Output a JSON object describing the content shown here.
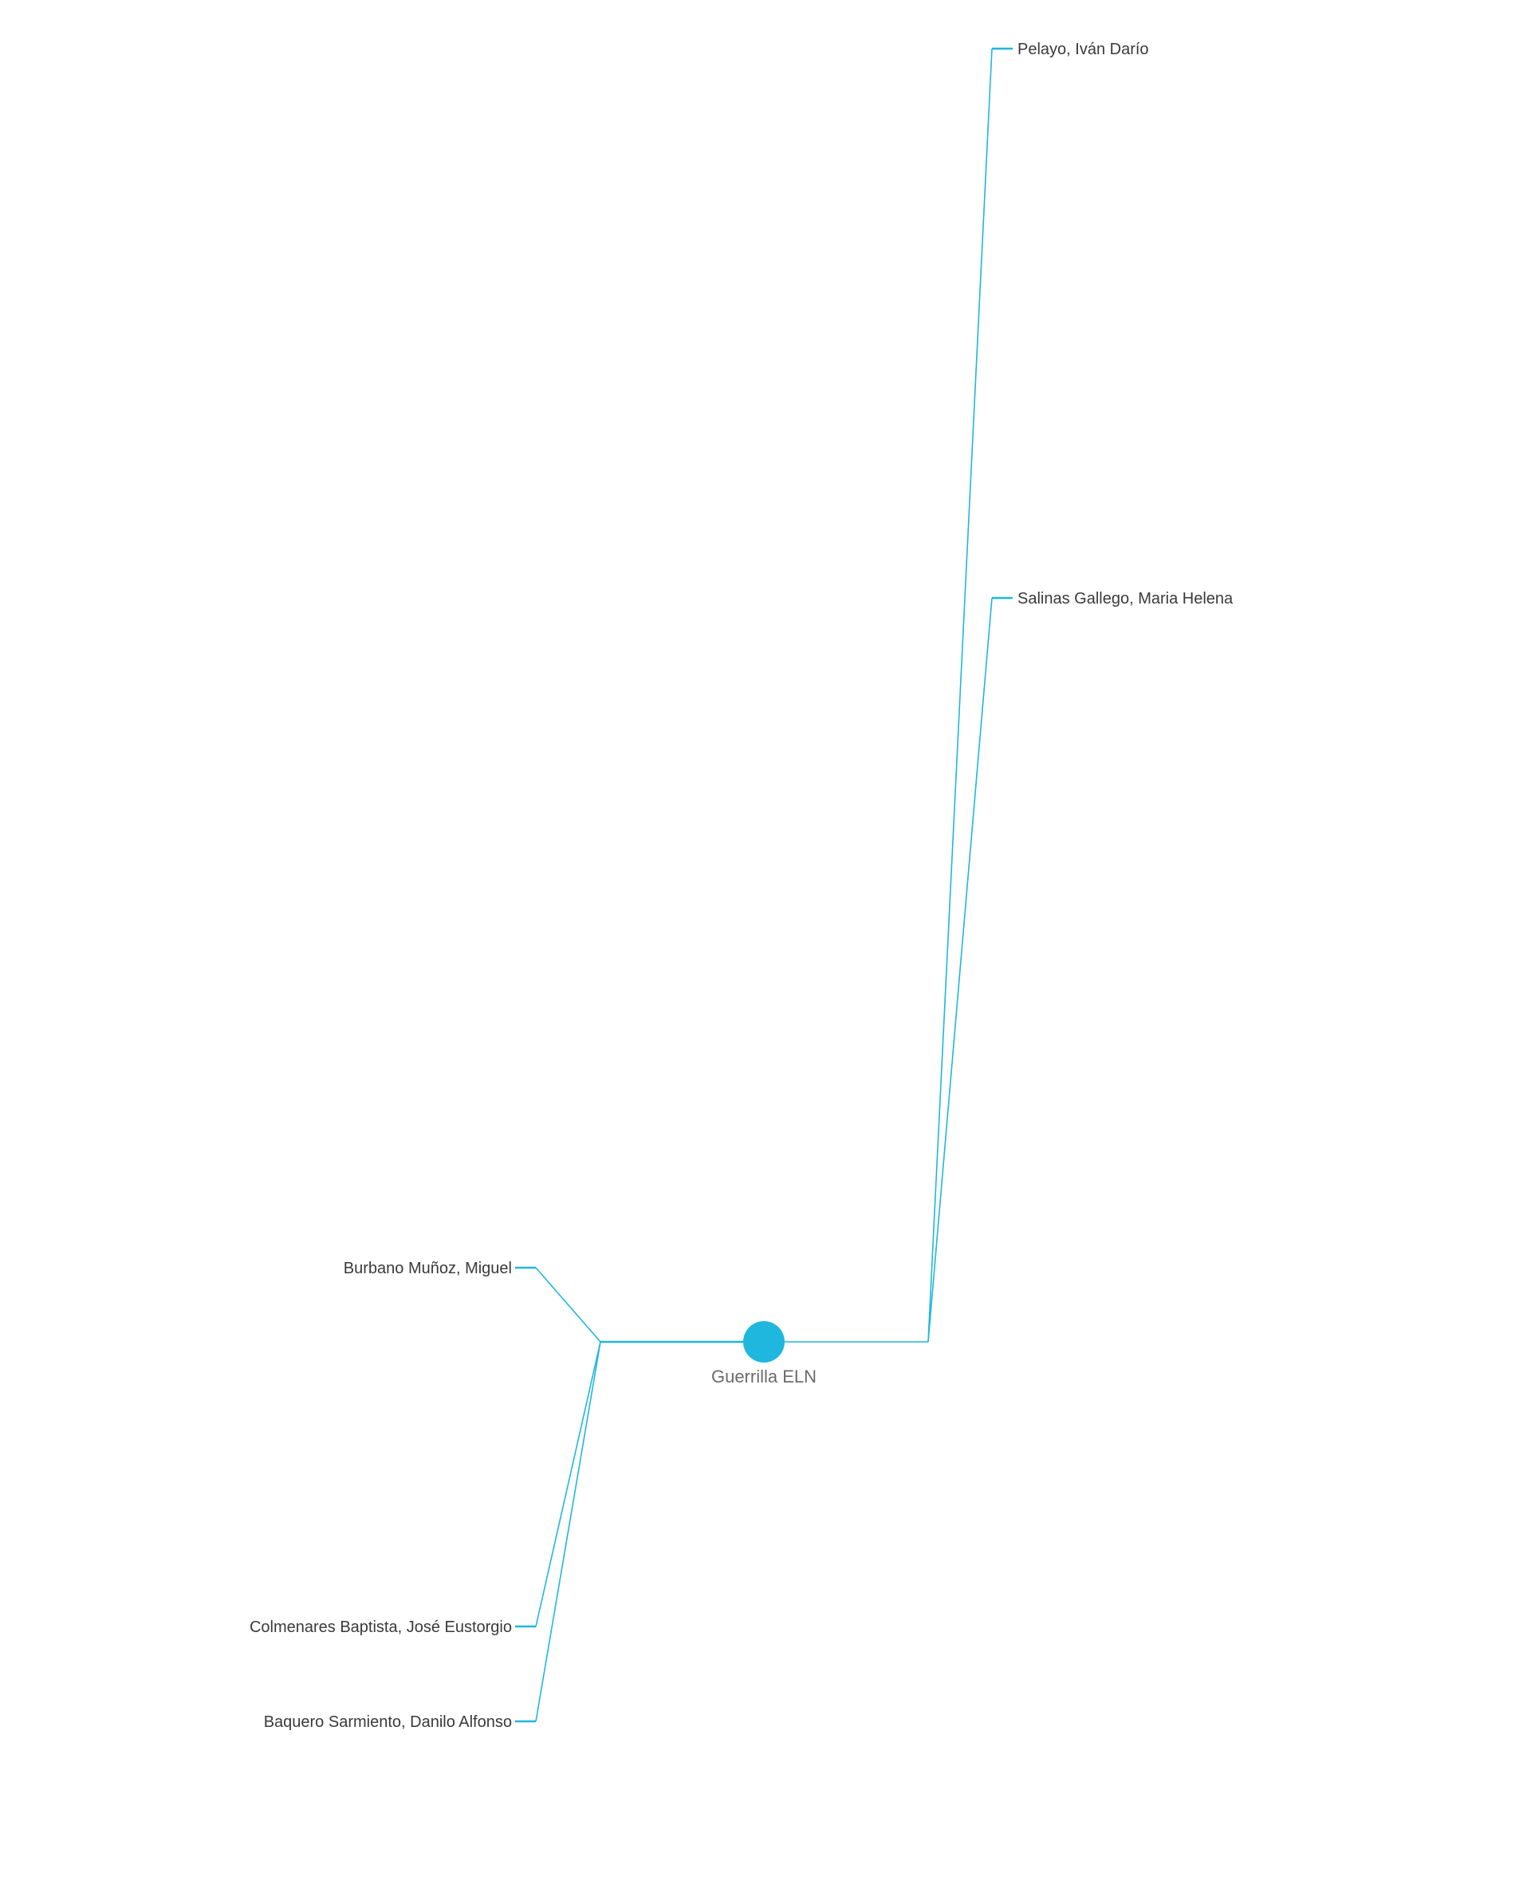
{
  "colors": {
    "accent": "#1fb7de",
    "label": "#3a3a3a",
    "center_label": "#6b6b6b"
  },
  "center": {
    "label": "Guerrilla ELN"
  },
  "right_branch": {
    "leaves": [
      {
        "label": "Pelayo, Iván Darío"
      },
      {
        "label": "Salinas Gallego, Maria Helena"
      }
    ]
  },
  "left_branch": {
    "leaves": [
      {
        "label": "Burbano Muñoz, Miguel"
      },
      {
        "label": "Colmenares Baptista, José Eustorgio"
      },
      {
        "label": "Baquero Sarmiento, Danilo Alfonso"
      }
    ]
  }
}
